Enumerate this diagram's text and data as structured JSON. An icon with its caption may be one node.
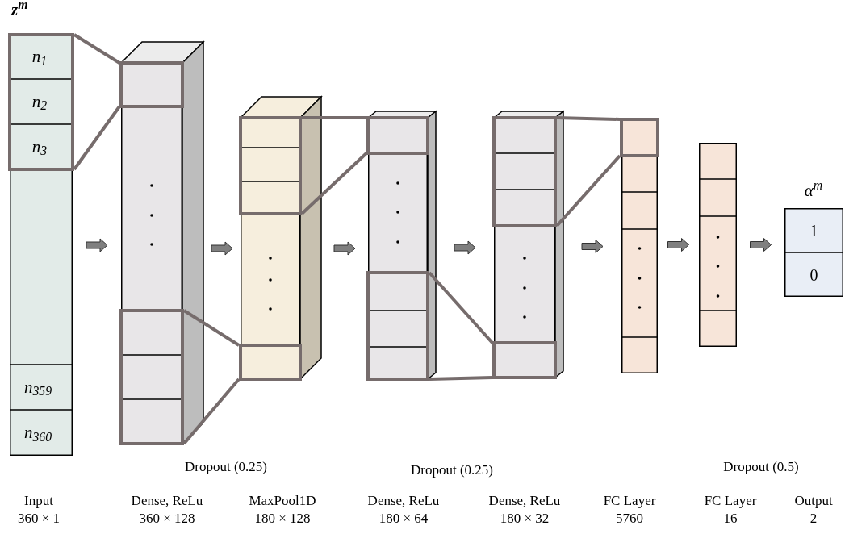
{
  "diagram": {
    "nodes": [
      {
        "text": [
          "z$^{m}$",
          "n$_{359}$",
          "n$_{360}$"
        ],
        "beside": [
          "Input",
          "360 × 1"
        ]
      },
      {
        "text": [],
        "shape": "box",
        "beside": [
          "Dense, ReLu",
          "360 × 128"
        ]
      },
      {
        "text": [],
        "shape": "box",
        "beside": [
          "MaxPool1D",
          "180 × 128"
        ]
      },
      {
        "text": [],
        "shape": "box",
        "beside": [
          "Dense, ReLu",
          "180 × 64"
        ]
      },
      {
        "text": [],
        "shape": "box",
        "beside": [
          "Dense, ReLu",
          "180 × 32"
        ]
      },
      {
        "text": [],
        "shape": "bar",
        "beside": [
          "FC Layer",
          "5760"
        ]
      },
      {
        "text": [],
        "shape": "bar",
        "beside": [
          "FC Layer",
          "16"
        ]
      },
      {
        "text": [
          "α$^{m}$",
          "1",
          "0"
        ],
        "beside": [
          "Output",
          "2"
        ]
      },
      {
        "text": [
          "n$_{1}$",
          "n$_{2}$",
          "n$_{3}$"
        ],
        "in": 0
      },
      {
        "text": [],
        "shape": "box",
        "in": 1
      },
      {
        "text": [],
        "shape": "box",
        "in": 1
      },
      {
        "text": [],
        "shape": "box",
        "in": 2
      },
      {
        "text": [],
        "shape": "box",
        "in": 2
      },
      {
        "text": [],
        "shape": "box",
        "in": 3
      },
      {
        "text": [],
        "shape": "box",
        "in": 3
      },
      {
        "text": [],
        "shape": "box",
        "in": 4
      },
      {
        "text": [],
        "shape": "box",
        "in": 4
      },
      {
        "text": [],
        "shape": "box",
        "in": 5
      }
    ],
    "edges": [
      {
        "from": 0,
        "to": 1,
        "arrow": "to"
      },
      {
        "from": 1,
        "to": 2,
        "arrow": "to"
      },
      {
        "from": 2,
        "to": 3,
        "arrow": "to"
      },
      {
        "from": 3,
        "to": 4,
        "arrow": "to"
      },
      {
        "from": 4,
        "to": 5,
        "arrow": "to"
      },
      {
        "from": 5,
        "to": 6,
        "arrow": "to"
      },
      {
        "from": 6,
        "to": 7,
        "arrow": "to"
      },
      {
        "from": 8,
        "to": 9,
        "arrow": "none",
        "color": "#766c6c"
      },
      {
        "from": 8,
        "to": 9,
        "arrow": "none",
        "color": "#766c6c"
      },
      {
        "from": 10,
        "to": 12,
        "arrow": "none",
        "color": "#766c6c"
      },
      {
        "from": 10,
        "to": 12,
        "arrow": "none",
        "color": "#766c6c"
      },
      {
        "from": 11,
        "to": 13,
        "arrow": "none",
        "color": "#766c6c"
      },
      {
        "from": 11,
        "to": 13,
        "arrow": "none",
        "color": "#766c6c"
      },
      {
        "from": 14,
        "to": 16,
        "arrow": "none",
        "color": "#766c6c"
      },
      {
        "from": 14,
        "to": 16,
        "arrow": "none",
        "color": "#766c6c"
      },
      {
        "from": 15,
        "to": 17,
        "arrow": "none",
        "color": "#766c6c"
      },
      {
        "from": 15,
        "to": 17,
        "arrow": "none",
        "color": "#766c6c"
      }
    ],
    "labels": [
      "Dropout (0.25)",
      "Dropout (0.25)",
      "Dropout (0.5)"
    ]
  }
}
